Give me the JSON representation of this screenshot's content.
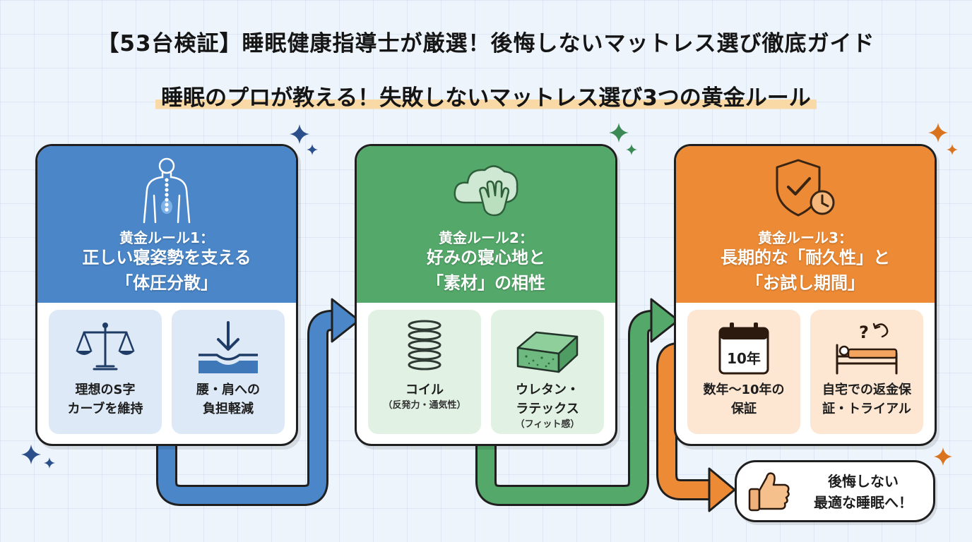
{
  "header": {
    "title": "【53台検証】睡眠健康指導士が厳選！後悔しないマットレス選び徹底ガイド",
    "subtitle": "睡眠のプロが教える！失敗しないマットレス選び3つの黄金ルール"
  },
  "colors": {
    "rule1": "#4a86c8",
    "rule2": "#54a86a",
    "rule3": "#ec8a35"
  },
  "rules": [
    {
      "label": "黄金ルール1：",
      "title_line1": "正しい寝姿勢を支える",
      "title_line2": "「体圧分散」",
      "icon": "human-spine-icon",
      "tiles": [
        {
          "icon": "balance-scale-icon",
          "line1": "理想のS字",
          "line2": "カーブを維持"
        },
        {
          "icon": "pressure-arrow-icon",
          "line1": "腰・肩への",
          "line2": "負担軽減"
        }
      ]
    },
    {
      "label": "黄金ルール2：",
      "title_line1": "好みの寝心地と",
      "title_line2": "「素材」の相性",
      "icon": "cloud-hand-icon",
      "tiles": [
        {
          "icon": "coil-spring-icon",
          "line1": "コイル",
          "sub": "（反発力・通気性）"
        },
        {
          "icon": "foam-block-icon",
          "line1": "ウレタン・",
          "line2": "ラテックス",
          "sub": "（フィット感）"
        }
      ]
    },
    {
      "label": "黄金ルール3：",
      "title_line1": "長期的な「耐久性」と",
      "title_line2": "「お試し期間」",
      "icon": "shield-clock-icon",
      "tiles": [
        {
          "icon": "calendar-icon",
          "calendar_text": "10年",
          "line1": "数年〜10年の",
          "line2": "保証"
        },
        {
          "icon": "bed-question-icon",
          "line1": "自宅での返金保",
          "line2": "証・トライアル"
        }
      ]
    }
  ],
  "final": {
    "icon": "thumbs-up-icon",
    "line1": "後悔しない",
    "line2": "最適な睡眠へ！"
  }
}
